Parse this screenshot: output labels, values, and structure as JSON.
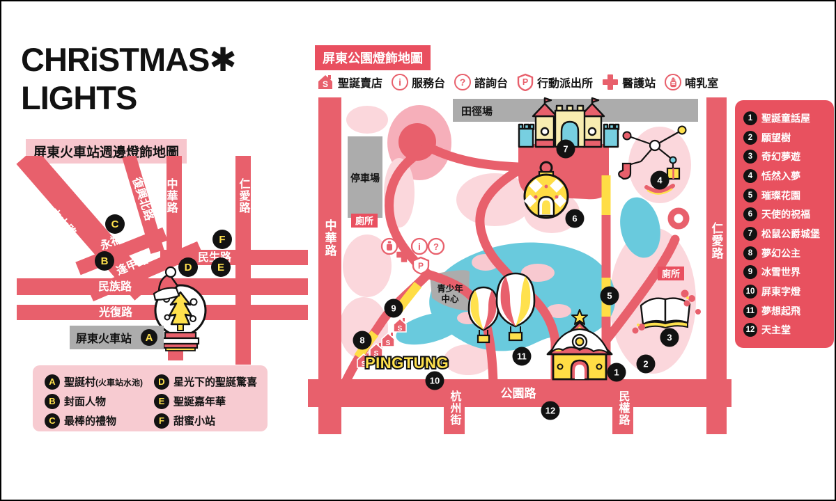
{
  "logo": {
    "line1": "CHRiSTMAS✱",
    "line2": "LIGHTS"
  },
  "station_map": {
    "title": "屏東火車站週邊燈飾地圖",
    "roads": {
      "zhongshan": "中山路",
      "fuxing_north": "復興北路",
      "zhonghua": "中華路",
      "renai": "仁愛路",
      "yongfu": "永福路",
      "fengjia": "逢甲路",
      "minsheng": "民生路",
      "minzu": "民族路",
      "guangfu": "光復路"
    },
    "station": {
      "label": "屏東火車站",
      "marker": "A"
    },
    "map_markers": {
      "b": "B",
      "c": "C",
      "d": "D",
      "e": "E",
      "f": "F"
    },
    "legend": [
      {
        "key": "A",
        "label": "聖誕村",
        "note": "(火車站水池)"
      },
      {
        "key": "B",
        "label": "封面人物",
        "note": ""
      },
      {
        "key": "C",
        "label": "最棒的禮物",
        "note": ""
      },
      {
        "key": "D",
        "label": "星光下的聖誕驚喜",
        "note": ""
      },
      {
        "key": "E",
        "label": "聖誕嘉年華",
        "note": ""
      },
      {
        "key": "F",
        "label": "甜蜜小站",
        "note": ""
      }
    ]
  },
  "park_map": {
    "title": "屏東公園燈飾地圖",
    "facilities": [
      {
        "icon": "shop-house-icon",
        "glyph": "S",
        "label": "聖誕賣店"
      },
      {
        "icon": "info-icon",
        "glyph": "i",
        "label": "服務台"
      },
      {
        "icon": "question-icon",
        "glyph": "?",
        "label": "諮詢台"
      },
      {
        "icon": "police-shield-icon",
        "glyph": "P",
        "label": "行動派出所"
      },
      {
        "icon": "medical-cross-icon",
        "glyph": "",
        "label": "醫護站"
      },
      {
        "icon": "nursing-room-icon",
        "glyph": "",
        "label": "哺乳室"
      }
    ],
    "roads": {
      "zhonghua": "中華路",
      "renai": "仁愛路",
      "gongyuan": "公園路",
      "hangzhou": "杭州街",
      "minquan": "民權路"
    },
    "areas": {
      "track_field": "田徑場",
      "parking": "停車場",
      "toilet": "廁所",
      "youth_center_l1": "青少年",
      "youth_center_l2": "中心",
      "city": "PINGTUNG"
    },
    "shop_glyph": "S",
    "spots": [
      {
        "num": "1",
        "label": "聖誕童話屋"
      },
      {
        "num": "2",
        "label": "願望樹"
      },
      {
        "num": "3",
        "label": "奇幻夢遊"
      },
      {
        "num": "4",
        "label": "恬然入夢"
      },
      {
        "num": "5",
        "label": "璀璨花園"
      },
      {
        "num": "6",
        "label": "天使的祝福"
      },
      {
        "num": "7",
        "label": "松鼠公爵城堡"
      },
      {
        "num": "8",
        "label": "夢幻公主"
      },
      {
        "num": "9",
        "label": "冰雪世界"
      },
      {
        "num": "10",
        "label": "屏東字燈"
      },
      {
        "num": "11",
        "label": "夢想起飛"
      },
      {
        "num": "12",
        "label": "天主堂"
      }
    ]
  },
  "colors": {
    "road_red": "#E8606C",
    "accent_red": "#E94F5F",
    "pink_light": "#FBD7DC",
    "pink_medium": "#F6AFBA",
    "legend_pink": "#F7CBD1",
    "lake_blue": "#69CADD",
    "gray": "#ACACAC",
    "yellow": "#FFDD45"
  }
}
